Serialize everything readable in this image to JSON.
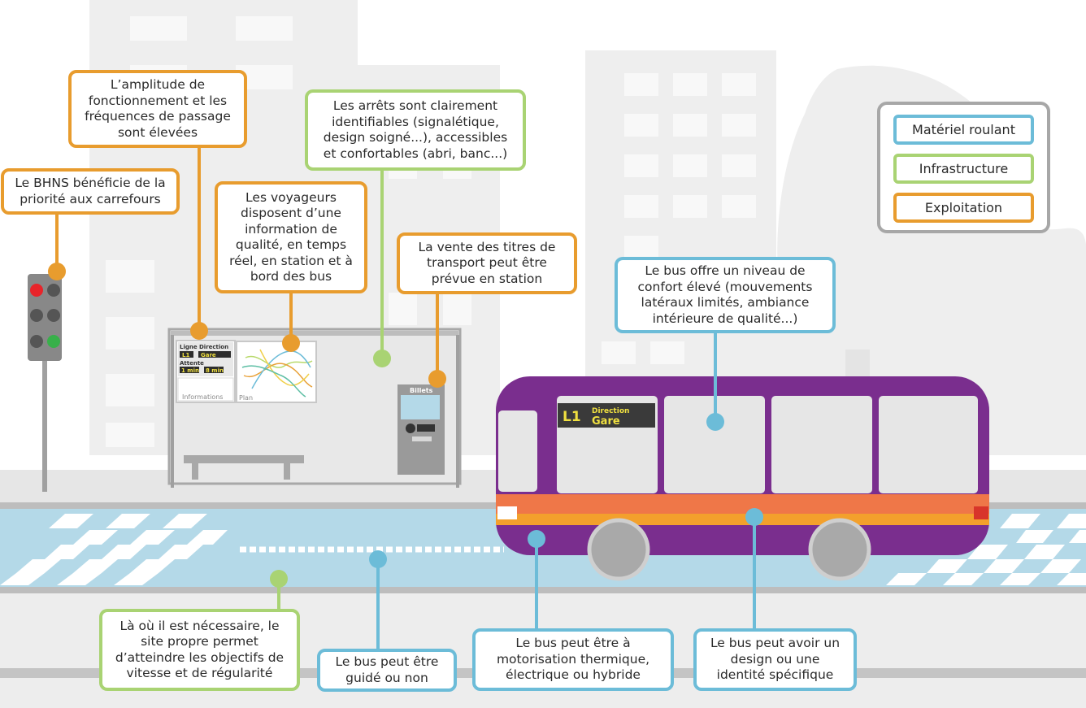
{
  "legend": {
    "items": [
      {
        "label": "Matériel roulant",
        "color": "#6cbcd8"
      },
      {
        "label": "Infrastructure",
        "color": "#a9d373"
      },
      {
        "label": "Exploitation",
        "color": "#e89c2e"
      }
    ]
  },
  "callouts": {
    "priority": "Le BHNS bénéficie de la\npriorité aux carrefours",
    "amplitude": "L’amplitude de\nfonctionnement et les\nfréquences de passage\nsont élevées",
    "information": "Les voyageurs\ndisposent d’une\ninformation de\nqualité, en temps\nréel, en station et à\nbord des bus",
    "stops": "Les arrêts sont clairement\nidentifiables (signalétique,\ndesign soigné...), accessibles\net confortables (abri, banc...)",
    "tickets": "La vente des titres de\ntransport peut être\nprévue en station",
    "comfort": "Le bus offre un niveau de\nconfort élevé (mouvements\nlatéraux limités, ambiance\nintérieure de qualité...)",
    "site": "Là où il est nécessaire, le\nsite propre permet\nd’atteindre les objectifs de\nvitesse et de régularité",
    "guided": "Le bus peut être\nguidé ou non",
    "motor": "Le bus peut être à\nmotorisation thermique,\nélectrique ou hybride",
    "design": "Le bus peut avoir un\ndesign ou une\nidentité spécifique"
  },
  "shelter": {
    "board_ligne": "Ligne",
    "board_direction": "Direction",
    "board_line": "L1",
    "board_dest": "Gare",
    "board_attente": "Attente",
    "board_wait1": "1 min",
    "board_wait2": "8 min",
    "board_caption": "Informations",
    "map_caption": "Plan",
    "machine_label": "Billets"
  },
  "bus": {
    "line": "L1",
    "direction_label": "Direction",
    "destination": "Gare"
  },
  "colors": {
    "exploitation": "#e89c2e",
    "infrastructure": "#a9d373",
    "materiel": "#6cbcd8",
    "bus_body": "#7a2e8e",
    "lane": "#b4d9e8"
  }
}
